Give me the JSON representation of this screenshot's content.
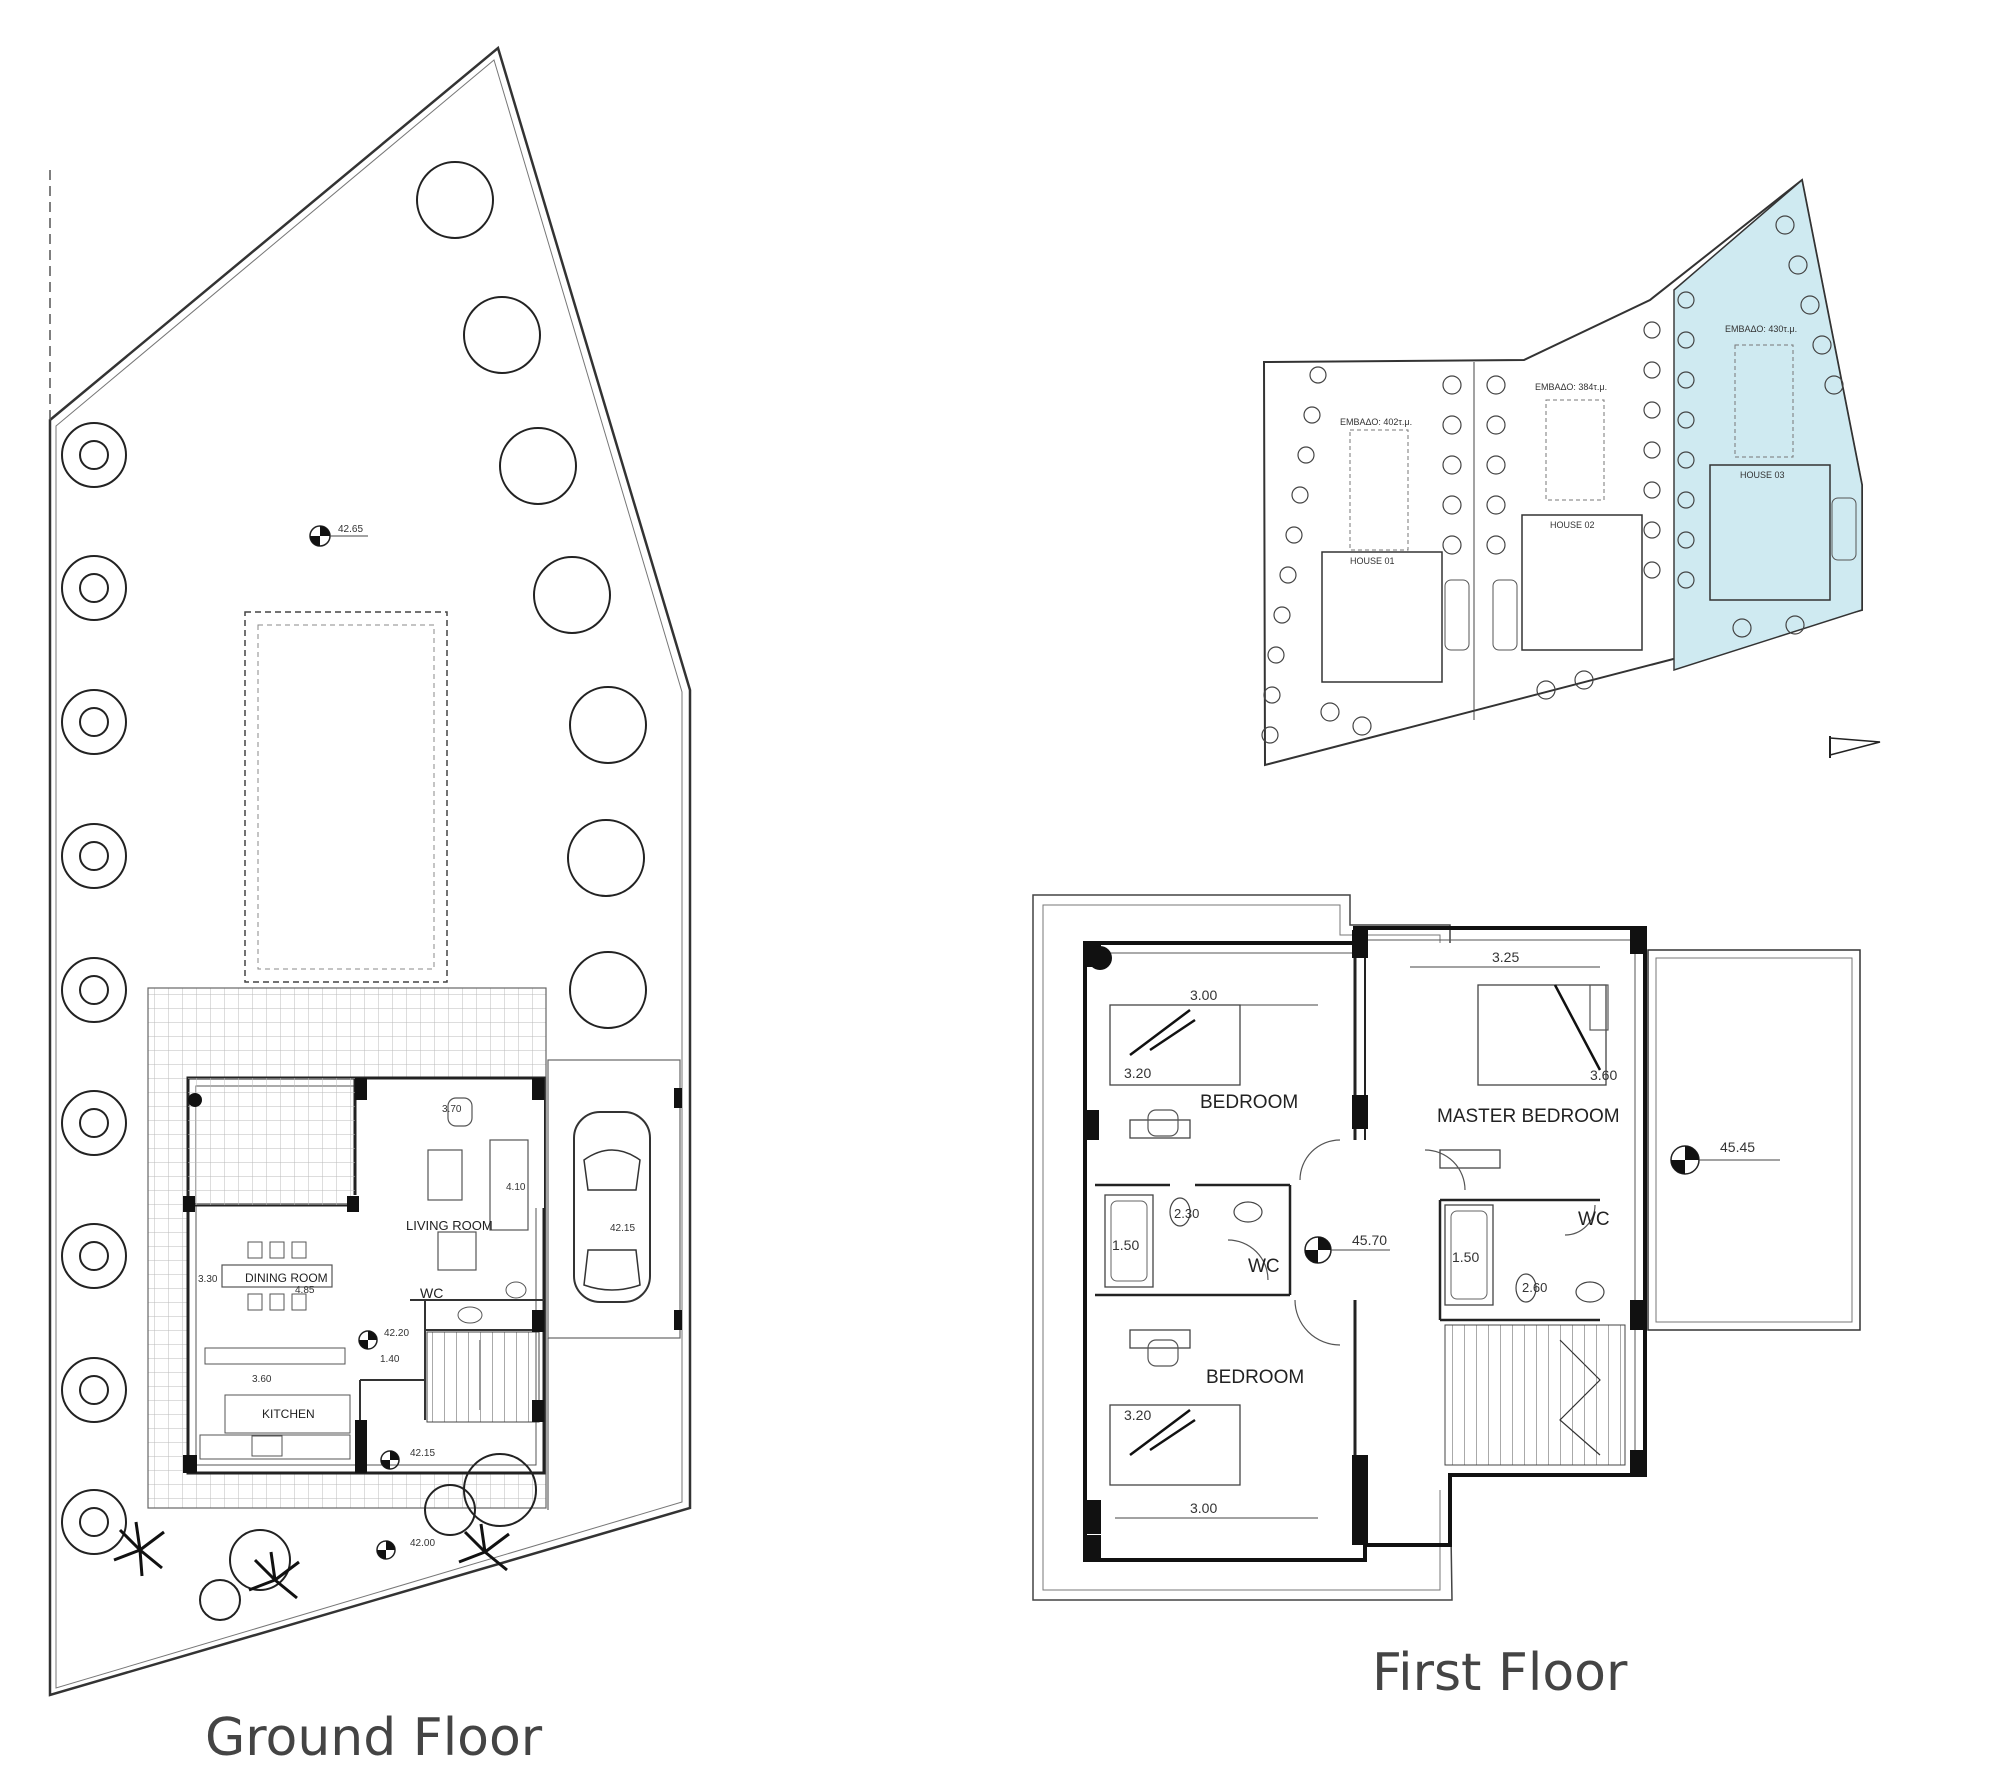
{
  "captions": {
    "ground_floor": "Ground Floor",
    "first_floor": "First Floor"
  },
  "ground_floor": {
    "level_garden": "42.65",
    "level_parking": "42.15",
    "level_interior": "42.20",
    "level_entry": "42.15",
    "level_gate": "42.00",
    "rooms": {
      "living": "LIVING ROOM",
      "dining": "DINING ROOM",
      "kitchen": "KITCHEN",
      "wc": "WC"
    },
    "dims": {
      "living_top": "3.70",
      "living_side": "4.10",
      "dining_side": "3.30",
      "dining_width": "4.85",
      "kitchen_width": "3.60",
      "stair": "1.40"
    }
  },
  "first_floor": {
    "level_hall": "45.70",
    "level_terrace": "45.45",
    "rooms": {
      "bedroom_1": "BEDROOM",
      "master": "MASTER BEDROOM",
      "bedroom_2": "BEDROOM",
      "wc_1": "WC",
      "wc_2": "WC"
    },
    "dims": {
      "bed1_width": "3.00",
      "bed1_side": "3.20",
      "master_width": "3.25",
      "master_side": "3.60",
      "bath1": "1.50",
      "bath1_w": "2.30",
      "bath2": "1.50",
      "bath2_w": "2.60",
      "bed2_side": "3.20",
      "bed2_width": "3.00"
    }
  },
  "site_plan": {
    "house_1": "HOUSE 01",
    "house_2": "HOUSE 02",
    "house_3": "HOUSE 03",
    "area_1": "ΕΜΒΑΔΟ: 402τ.μ.",
    "area_2": "ΕΜΒΑΔΟ: 384τ.μ.",
    "area_3": "ΕΜΒΑΔΟ: 430τ.μ.",
    "highlight_color": "#cfeaf1"
  }
}
